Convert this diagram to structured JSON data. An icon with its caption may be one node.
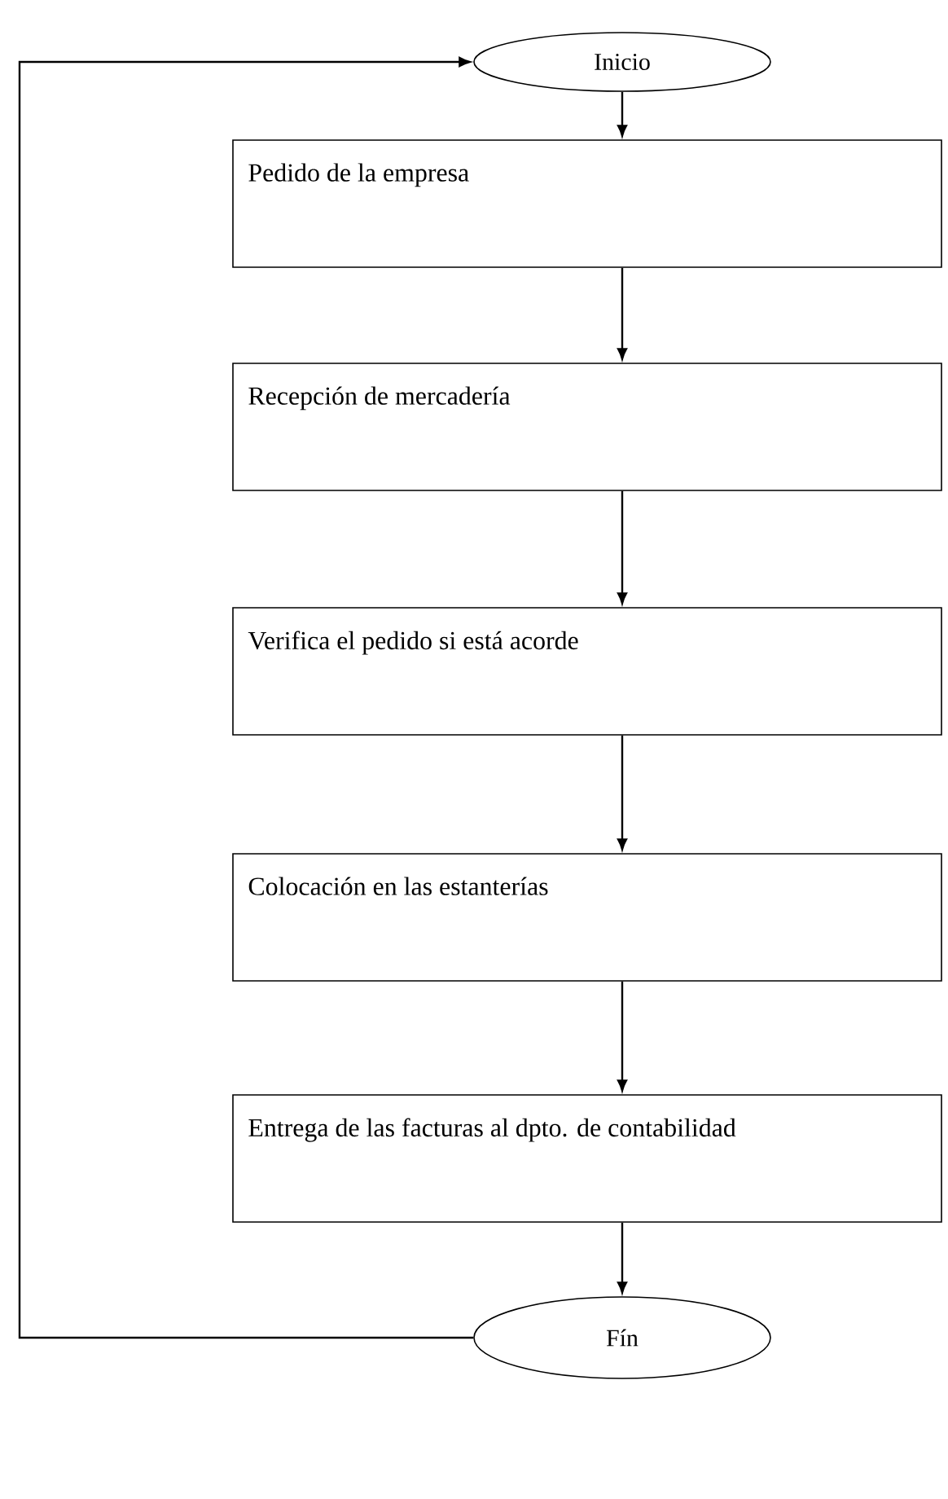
{
  "diagram": {
    "nodes": [
      {
        "text": [
          "Inicio"
        ]
      },
      {
        "text": [
          "Pedido de la empresa"
        ]
      },
      {
        "text": [
          "Recepción de mercadería"
        ]
      },
      {
        "text": [
          "Verifica el pedido si está acorde"
        ]
      },
      {
        "text": [
          "Colocación en las estanterías"
        ]
      },
      {
        "text": [
          "Entrega de las facturas al dpto. de contabilidad"
        ]
      },
      {
        "text": [
          "Fín"
        ]
      }
    ],
    "edges": [
      {
        "from": 0,
        "to": 1,
        "arrow": "to"
      },
      {
        "from": 1,
        "to": 2,
        "arrow": "to"
      },
      {
        "from": 2,
        "to": 3,
        "arrow": "to"
      },
      {
        "from": 3,
        "to": 4,
        "arrow": "to"
      },
      {
        "from": 4,
        "to": 5,
        "arrow": "to"
      },
      {
        "from": 5,
        "to": 6,
        "arrow": "to"
      },
      {
        "from": 6,
        "to": 0,
        "arrow": "to"
      }
    ]
  }
}
